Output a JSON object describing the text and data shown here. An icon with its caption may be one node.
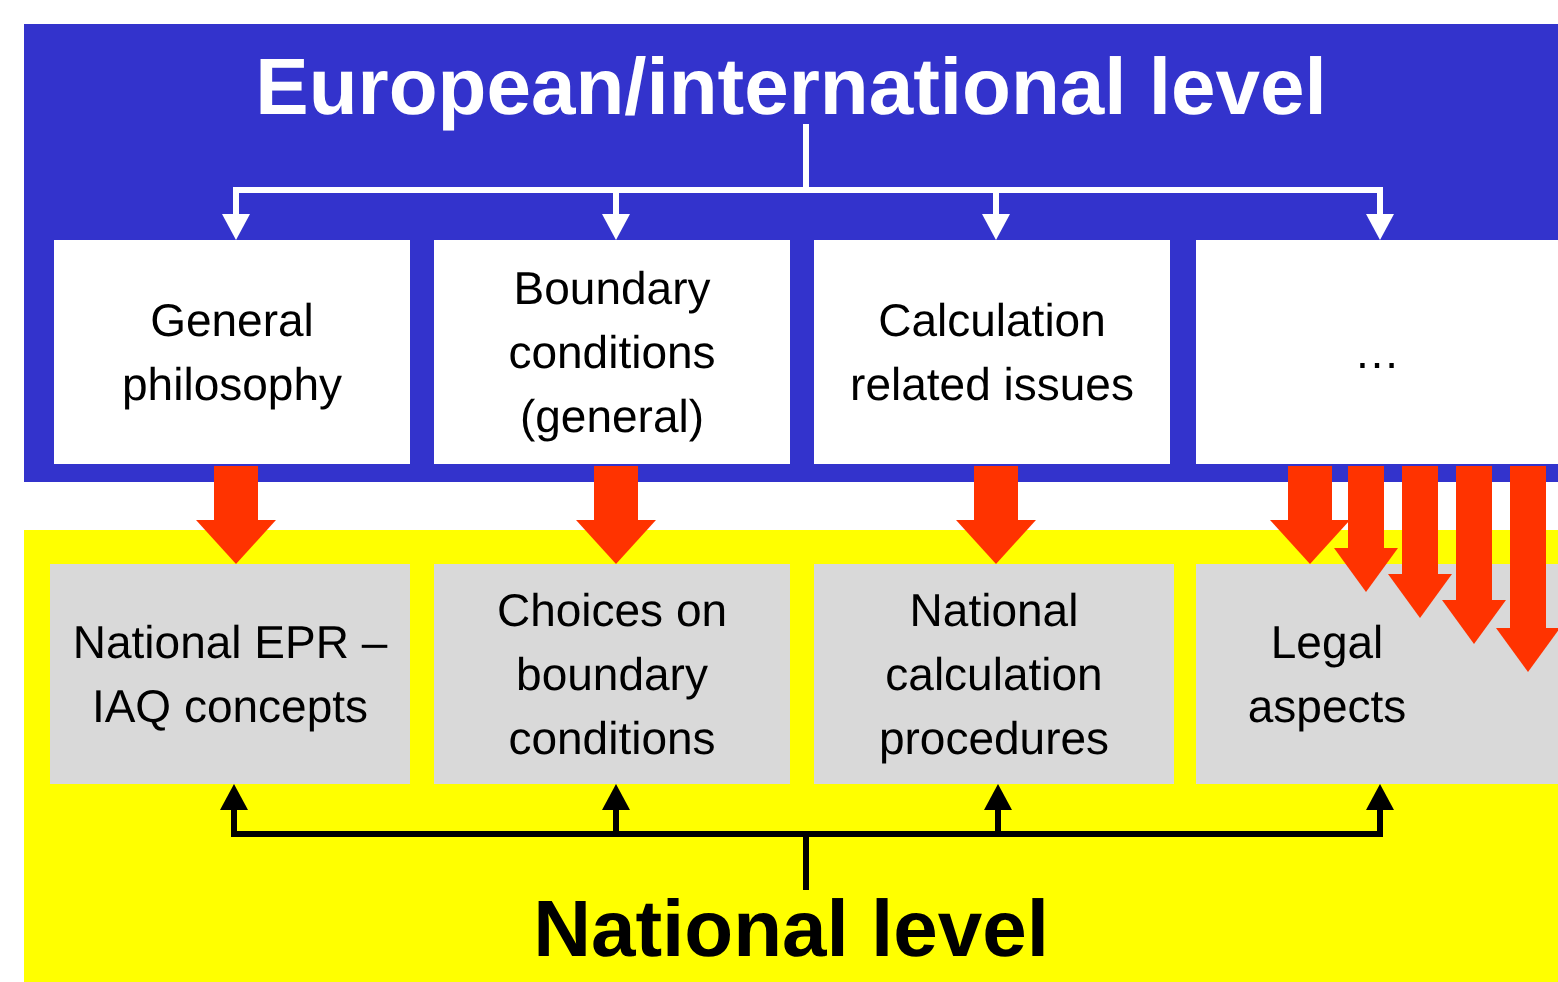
{
  "diagram": {
    "nodes": [
      {
        "text": [
          "European/international level"
        ]
      },
      {
        "text": [
          "General philosophy"
        ],
        "in": 0
      },
      {
        "text": [
          "Boundary conditions (general)"
        ],
        "in": 0
      },
      {
        "text": [
          "Calculation related issues"
        ],
        "in": 0
      },
      {
        "text": [
          "…"
        ],
        "in": 0
      },
      {
        "text": [
          "National level"
        ]
      },
      {
        "text": [
          "National EPR – IAQ concepts"
        ],
        "in": 5
      },
      {
        "text": [
          "Choices on boundary conditions"
        ],
        "in": 5
      },
      {
        "text": [
          "National calculation procedures"
        ],
        "in": 5
      },
      {
        "text": [
          "Legal aspects"
        ],
        "in": 5
      }
    ],
    "edges": [
      {
        "from": 0,
        "to": 1,
        "arrow": "to",
        "color": "#ffffff"
      },
      {
        "from": 0,
        "to": 2,
        "arrow": "to",
        "color": "#ffffff"
      },
      {
        "from": 0,
        "to": 3,
        "arrow": "to",
        "color": "#ffffff"
      },
      {
        "from": 0,
        "to": 4,
        "arrow": "to",
        "color": "#ffffff"
      },
      {
        "from": 1,
        "to": 6,
        "arrow": "to",
        "style": "thick",
        "color": "#ff3300"
      },
      {
        "from": 2,
        "to": 7,
        "arrow": "to",
        "style": "thick",
        "color": "#ff3300"
      },
      {
        "from": 3,
        "to": 8,
        "arrow": "to",
        "style": "thick",
        "color": "#ff3300"
      },
      {
        "from": 4,
        "to": 9,
        "arrow": "to",
        "style": "thick",
        "color": "#ff3300"
      },
      {
        "from": 4,
        "to": 9,
        "arrow": "to",
        "style": "thick",
        "color": "#ff3300"
      },
      {
        "from": 4,
        "to": 9,
        "arrow": "to",
        "style": "thick",
        "color": "#ff3300"
      },
      {
        "from": 4,
        "to": 9,
        "arrow": "to",
        "style": "thick",
        "color": "#ff3300"
      },
      {
        "from": 4,
        "to": 9,
        "arrow": "to",
        "style": "thick",
        "color": "#ff3300"
      },
      {
        "from": 5,
        "to": 6,
        "arrow": "to",
        "color": "#000000"
      },
      {
        "from": 5,
        "to": 7,
        "arrow": "to",
        "color": "#000000"
      },
      {
        "from": 5,
        "to": 8,
        "arrow": "to",
        "color": "#000000"
      },
      {
        "from": 5,
        "to": 9,
        "arrow": "to",
        "color": "#000000"
      }
    ]
  }
}
